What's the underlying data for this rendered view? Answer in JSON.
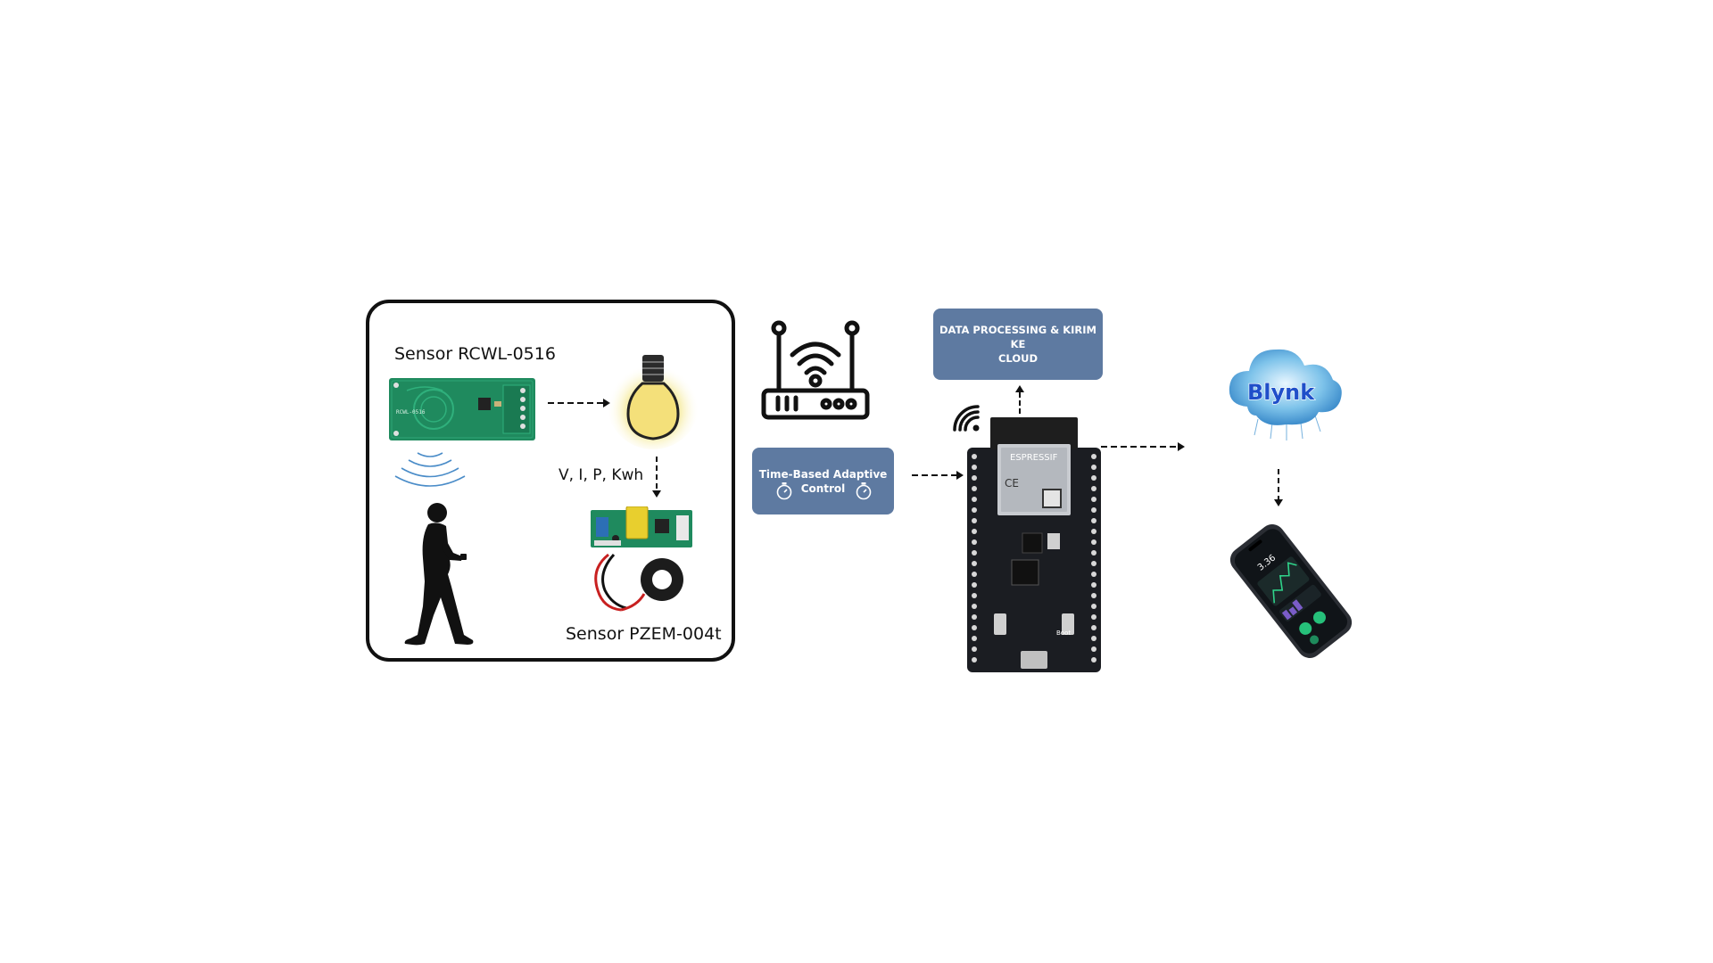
{
  "sensor_box": {
    "rcwl_label": "Sensor RCWL-0516",
    "pzem_label": "Sensor PZEM-004t",
    "measure_label": "V, I, P, Kwh",
    "module_print": "RCWL-0516"
  },
  "control_box": {
    "line1": "Time-Based Adaptive",
    "line2": "Control"
  },
  "cloud_box": {
    "line1": "DATA PROCESSING & KIRIM KE",
    "line2": "CLOUD"
  },
  "esp32": {
    "brand": "ESPRESSIF",
    "ce": "CE",
    "boot": "Boot"
  },
  "cloud": {
    "logo": "Blynk"
  },
  "phone": {
    "screen_value": "3.36"
  },
  "colors": {
    "box": "#5e7aa1",
    "pcb": "#1f8a5e",
    "board": "#1b1d22",
    "bulb_glow": "#f5e98a"
  }
}
